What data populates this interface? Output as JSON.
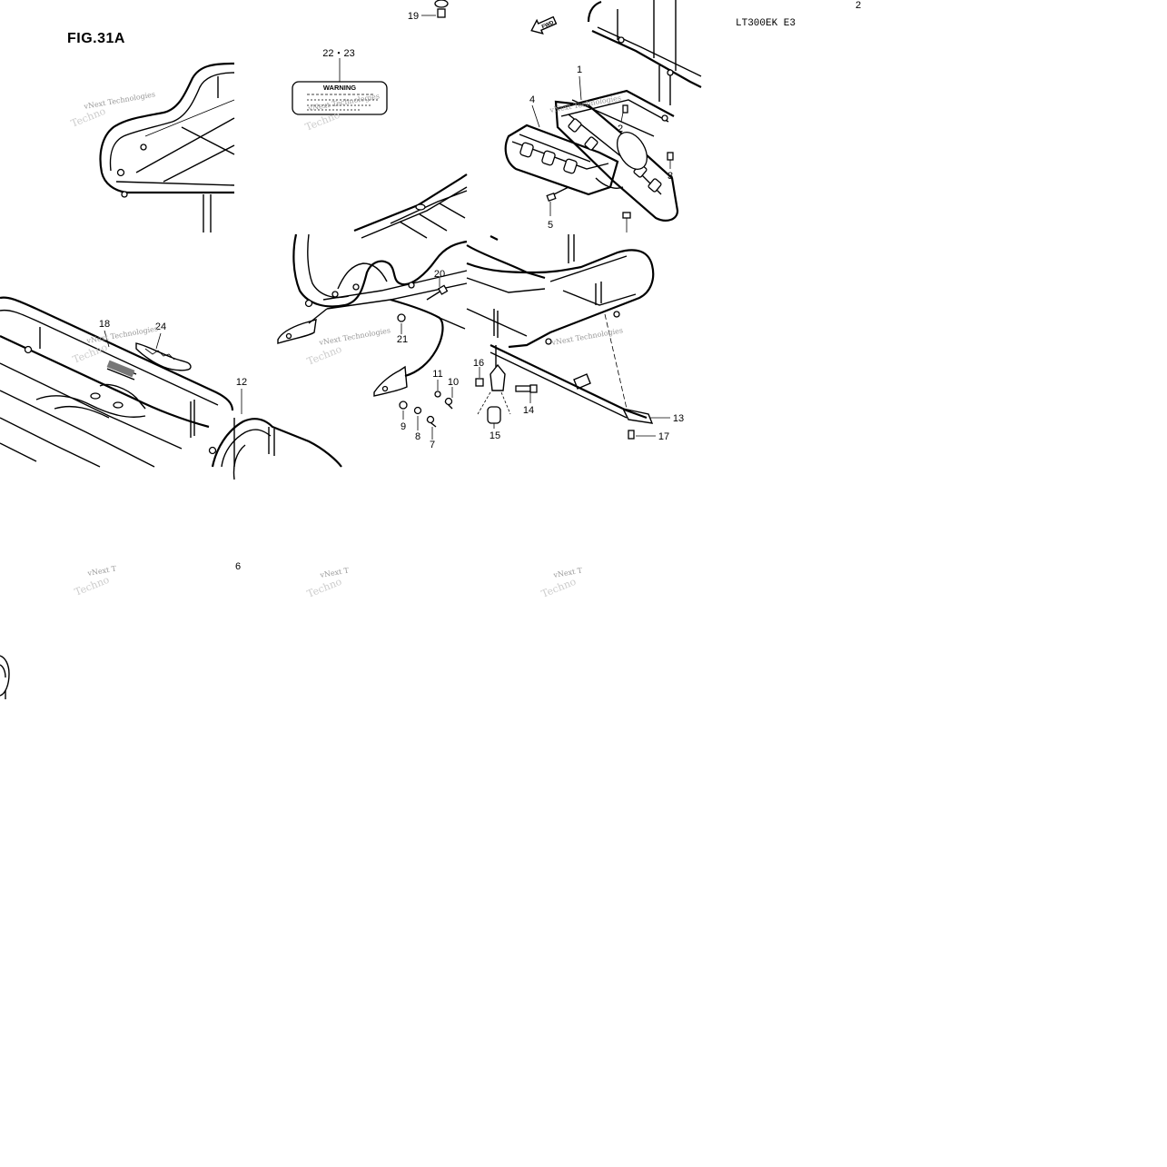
{
  "figure": {
    "title": "FIG.31A",
    "model_code": "LT300EK E3",
    "corner_number": "2"
  },
  "warning_label": {
    "heading": "WARNING"
  },
  "watermark": {
    "line1": "vNext Technologies",
    "line2": "Techno"
  },
  "callouts": [
    {
      "id": "c1",
      "text": "1"
    },
    {
      "id": "c2",
      "text": "2"
    },
    {
      "id": "c3",
      "text": "3"
    },
    {
      "id": "c4",
      "text": "4"
    },
    {
      "id": "c5",
      "text": "5"
    },
    {
      "id": "c6",
      "text": "6"
    },
    {
      "id": "c7",
      "text": "7"
    },
    {
      "id": "c8",
      "text": "8"
    },
    {
      "id": "c9",
      "text": "9"
    },
    {
      "id": "c10",
      "text": "10"
    },
    {
      "id": "c11",
      "text": "11"
    },
    {
      "id": "c12",
      "text": "12"
    },
    {
      "id": "c13",
      "text": "13"
    },
    {
      "id": "c14",
      "text": "14"
    },
    {
      "id": "c15",
      "text": "15"
    },
    {
      "id": "c16",
      "text": "16"
    },
    {
      "id": "c17",
      "text": "17"
    },
    {
      "id": "c18",
      "text": "18"
    },
    {
      "id": "c19",
      "text": "19"
    },
    {
      "id": "c20",
      "text": "20"
    },
    {
      "id": "c21",
      "text": "21"
    },
    {
      "id": "c22_23",
      "text": "22・23"
    },
    {
      "id": "c24",
      "text": "24"
    }
  ],
  "direction_arrow": {
    "label": "FWD"
  }
}
